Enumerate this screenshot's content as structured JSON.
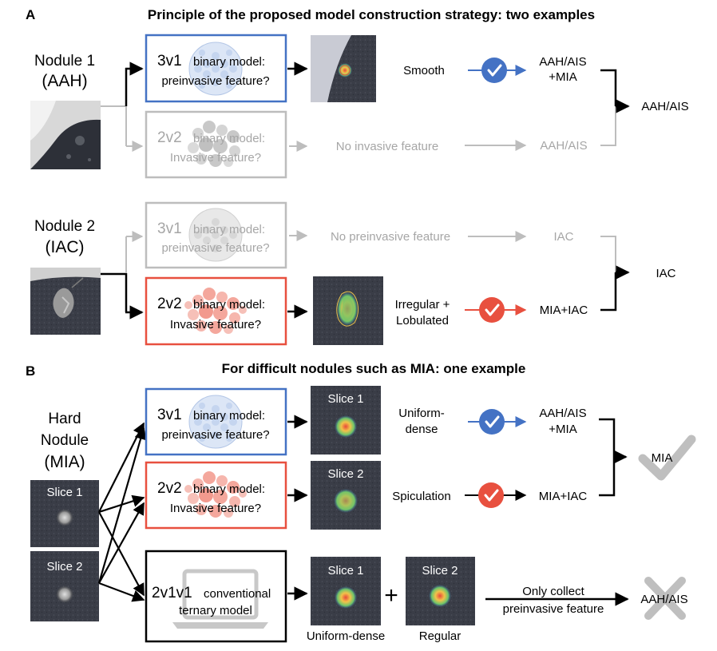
{
  "panelA": {
    "letter": "A",
    "title": "Principle of the proposed model construction strategy: two examples",
    "nodule1": {
      "name": "Nodule 1",
      "type": "(AAH)",
      "model_3v1": {
        "code": "3v1",
        "suffix": "binary model:",
        "question": "preinvasive feature?"
      },
      "model_2v2": {
        "code": "2v2",
        "suffix": "binary model:",
        "question": "Invasive feature?"
      },
      "finding_active": "Smooth",
      "finding_inactive": "No invasive feature",
      "out_active": [
        "AAH/AIS",
        "+MIA"
      ],
      "out_inactive": "AAH/AIS",
      "final": "AAH/AIS"
    },
    "nodule2": {
      "name": "Nodule 2",
      "type": "(IAC)",
      "model_3v1": {
        "code": "3v1",
        "suffix": "binary model:",
        "question": "preinvasive feature?"
      },
      "model_2v2": {
        "code": "2v2",
        "suffix": "binary model:",
        "question": "Invasive feature?"
      },
      "finding_inactive": "No preinvasive feature",
      "finding_active": [
        "Irregular +",
        "Lobulated"
      ],
      "out_inactive": "IAC",
      "out_active": "MIA+IAC",
      "final": "IAC"
    }
  },
  "panelB": {
    "letter": "B",
    "title": "For difficult nodules such as MIA: one example",
    "nodule": [
      "Hard",
      "Nodule",
      "(MIA)"
    ],
    "slice1": "Slice 1",
    "slice2": "Slice 2",
    "model_3v1": {
      "code": "3v1",
      "suffix": "binary model:",
      "question": "preinvasive feature?"
    },
    "model_2v2": {
      "code": "2v2",
      "suffix": "binary model:",
      "question": "Invasive feature?"
    },
    "model_2v1v1": {
      "code": "2v1v1",
      "suffix": "conventional",
      "line2": "ternary model"
    },
    "finding_1": [
      "Uniform-",
      "dense"
    ],
    "finding_2": "Spiculation",
    "out_1": [
      "AAH/AIS",
      "+MIA"
    ],
    "out_2": "MIA+IAC",
    "final_ok": "MIA",
    "plus": "+",
    "caption_1": "Uniform-dense",
    "caption_2": "Regular",
    "collect": [
      "Only collect",
      "preinvasive feature"
    ],
    "final_bad": "AAH/AIS"
  },
  "colors": {
    "blue": "#4472C4",
    "red": "#E8503F",
    "gray": "#BDBDBD",
    "grayText": "#A6A6A6",
    "black": "#000000",
    "ctDark": "#2c2f3a"
  },
  "icons": [
    "check-circle-icon",
    "laptop-icon",
    "checkmark-icon",
    "cross-icon",
    "cell-cluster-icon"
  ]
}
